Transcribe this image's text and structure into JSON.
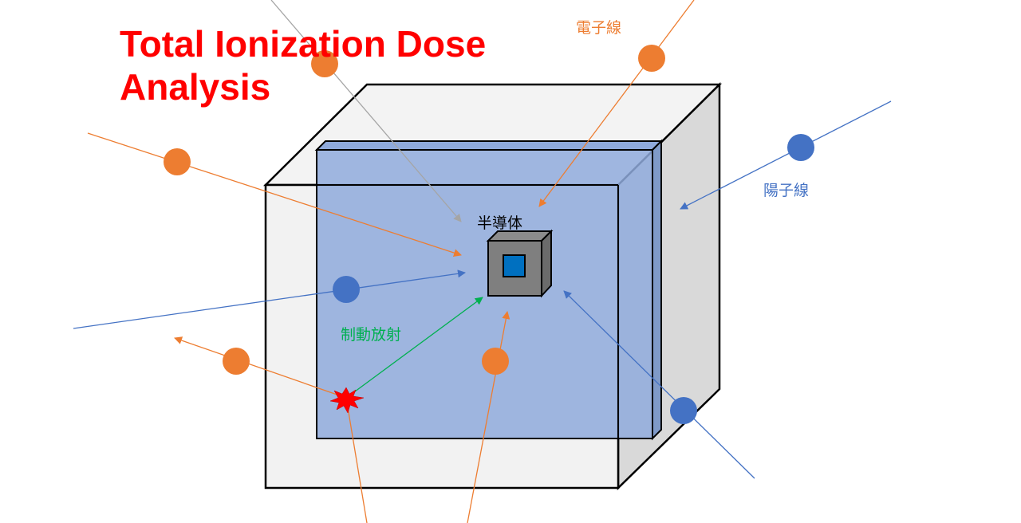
{
  "title": {
    "line1": "Total Ionization Dose",
    "line2": "Analysis"
  },
  "labels": {
    "electron": "電子線",
    "proton": "陽子線",
    "semiconductor": "半導体",
    "bremsstrahlung": "制動放射"
  },
  "colors": {
    "title": "#ff0000",
    "electron": "#ed7d31",
    "proton": "#4472c4",
    "bremsstrahlung": "#00b050",
    "shield_outer": "#f2f2f2",
    "shield_inner": "#8faadc",
    "chip": "#7f7f7f",
    "die": "#0070c0",
    "burst": "#ff0000"
  },
  "icons": {
    "electron": "orange-circle",
    "proton": "blue-circle",
    "interaction": "red-burst"
  }
}
